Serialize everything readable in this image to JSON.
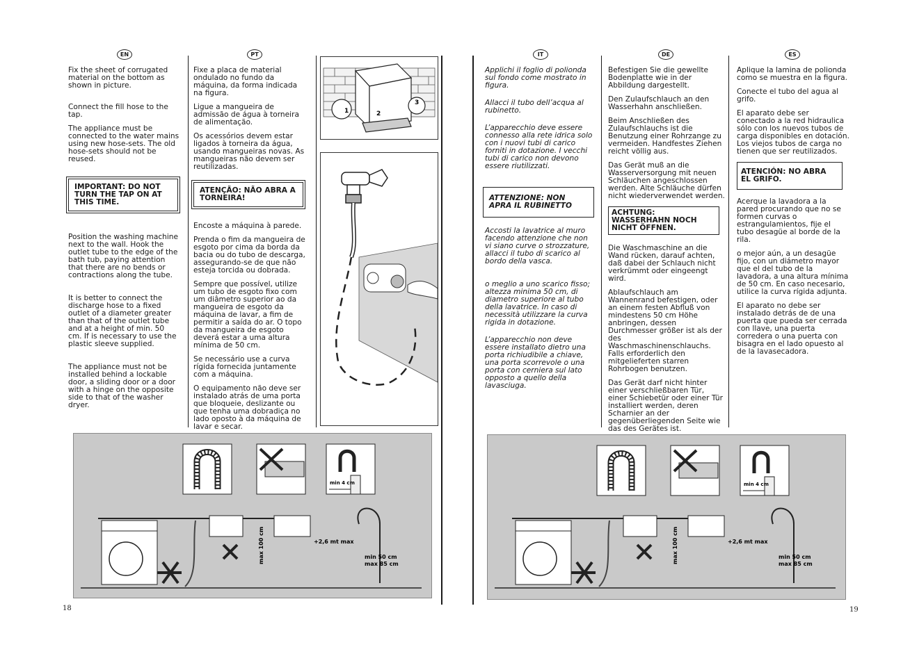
{
  "left_page": {
    "flags": {
      "en": "EN",
      "pt": "PT"
    },
    "en": {
      "p1": "Fix the sheet of corrugated material on the bottom as shown in picture.",
      "p2": "Connect the fill hose to the tap.",
      "p3": "The appliance must be connected to the water mains using new hose-sets. The old hose-sets should not be reused.",
      "important": "IMPORTANT: DO NOT TURN THE TAP ON AT THIS TIME.",
      "p4": "Position the washing machine next to the wall. Hook the outlet tube to the edge of the bath tub, paying attention that there are no bends or contractions along the tube.",
      "p5": "It is better to connect the discharge hose to a fixed outlet of a diameter greater than that of the outlet tube and at a height of min. 50 cm. If is necessary to use the plastic sleeve supplied.",
      "p6": "The appliance must not be installed behind a lockable door, a sliding door or a door with a hinge on the opposite side to that of the washer dryer."
    },
    "pt": {
      "p1": "Fixe a placa de material ondulado no fundo da máquina, da forma indicada na figura.",
      "p2": "Ligue a mangueira de admissão de água à torneira de alimentação.",
      "p3": "Os acessórios devem estar ligados à torneira da água, usando mangueiras novas. As mangueiras não devem ser reutilizadas.",
      "warning": "ATENÇÃO: NÃO ABRA A TORNEIRA!",
      "p4": "Encoste a máquina à parede.",
      "p5": "Prenda o fim da mangueira de esgoto por cima da borda da bacia ou do tubo de descarga, assegurando-se de que não esteja torcida ou dobrada.",
      "p6": "Sempre que possível, utilize um tubo de esgoto fixo com um diâmetro superior ao da mangueira de esgoto da máquina de lavar, a fim de permitir a saída do ar. O topo da mangueira de esgoto deverá estar a uma altura mínima de 50 cm.",
      "p7": "Se necessário use a curva rígida fornecida juntamente com a máquina.",
      "p8": "O equipamento não deve ser instalado atrás de uma porta que bloqueie, deslizante ou que tenha uma dobradiça no lado oposto à da máquina de lavar e secar."
    },
    "page_number": "18"
  },
  "right_page": {
    "flags": {
      "it": "IT",
      "de": "DE",
      "es": "ES"
    },
    "it": {
      "p1": "Applichi il foglio di polionda sul fondo come mostrato in figura.",
      "p2": "Allacci il tubo dell’acqua al rubinetto.",
      "p3": "L’apparecchio deve essere connesso alla rete idrica solo con i nuovi tubi di carico forniti in dotazione. I vecchi tubi di carico non devono essere riutilizzati.",
      "warning": "ATTENZIONE: NON APRA IL RUBINETTO",
      "p4": "Accosti la lavatrice al muro facendo attenzione che non vi siano curve o strozzature, allacci il tubo di scarico al bordo della vasca.",
      "p5": "o meglio a uno scarico fisso; altezza minima 50 cm, di diametro superiore al tubo della lavatrice. In caso di necessità utilizzare la curva rigida in dotazione.",
      "p6": "L’apparecchio non deve essere installato dietro una porta richiudibile a chiave, una porta scorrevole o una porta con cerniera sul lato opposto a quello della lavasciuga."
    },
    "de": {
      "p1": "Befestigen Sie die gewellte Bodenplatte wie in der Abbildung dargestellt.",
      "p2": "Den Zulaufschlauch an den Wasserhahn anschließen.",
      "p3": "Beim Anschließen des Zulaufschlauchs ist die Benutzung einer Rohrzange zu vermeiden. Handfestes Ziehen reicht völlig aus.",
      "p4": "Das Gerät muß an die Wasserversorgung mit neuen Schläuchen angeschlossen werden. Alte Schläuche dürfen nicht wiederverwendet werden.",
      "warning": "ACHTUNG: WASSERHAHN NOCH NICHT ÖFFNEN.",
      "p5": "Die Waschmaschine an die Wand rücken, darauf achten, daß dabei der Schlauch nicht verkrümmt oder eingeengt wird.",
      "p6": "Ablaufschlauch am Wannenrand befestigen, oder an einem festen Abfluß von mindestens 50 cm Höhe anbringen, dessen Durchmesser größer ist als der des Waschmaschinenschlauchs. Falls erforderlich den mitgelieferten starren Rohrbogen benutzen.",
      "p7": "Das Gerät darf nicht hinter einer verschließbaren Tür, einer Schiebetür oder einer Tür installiert werden, deren Scharnier an der gegenüberliegenden Seite wie das des Gerätes ist."
    },
    "es": {
      "p1": "Aplique la lamina de polionda como se muestra en la figura.",
      "p2": "Conecte el tubo del agua al grifo.",
      "p3": "El aparato debe ser conectado a la red hidraulica sólo con los nuevos tubos de carga disponibles en dotación. Los viejos tubos de carga no tienen que ser reutilizados.",
      "warning": "ATENCIÓN: NO ABRA EL GRIFO.",
      "p4": "Acerque la lavadora a la pared procurando que no se formen curvas o estrangulamientos, fije el tubo desagüe al borde de la rila.",
      "p5": "o mejor aún, a un desagüe fijo, con un diámetro mayor que el del tubo de la lavadora, a una altura mínima de 50 cm. En caso necesario, utilice la curva rígida adjunta.",
      "p6": "El aparato no debe ser instalado detrás de de una puerta que pueda ser cerrada con llave, una puerta corredera o una puerta con bisagra en el lado opuesto al de la lavasecadora."
    },
    "page_number": "19"
  },
  "diagram": {
    "min_4cm": "min 4 cm",
    "max_100cm": "max 100 cm",
    "plus_26": "+2,6 mt max",
    "min_50": "min 50 cm",
    "max_85": "max 85 cm"
  },
  "illus_top": {
    "n1": "1",
    "n2": "2",
    "n3": "3"
  }
}
